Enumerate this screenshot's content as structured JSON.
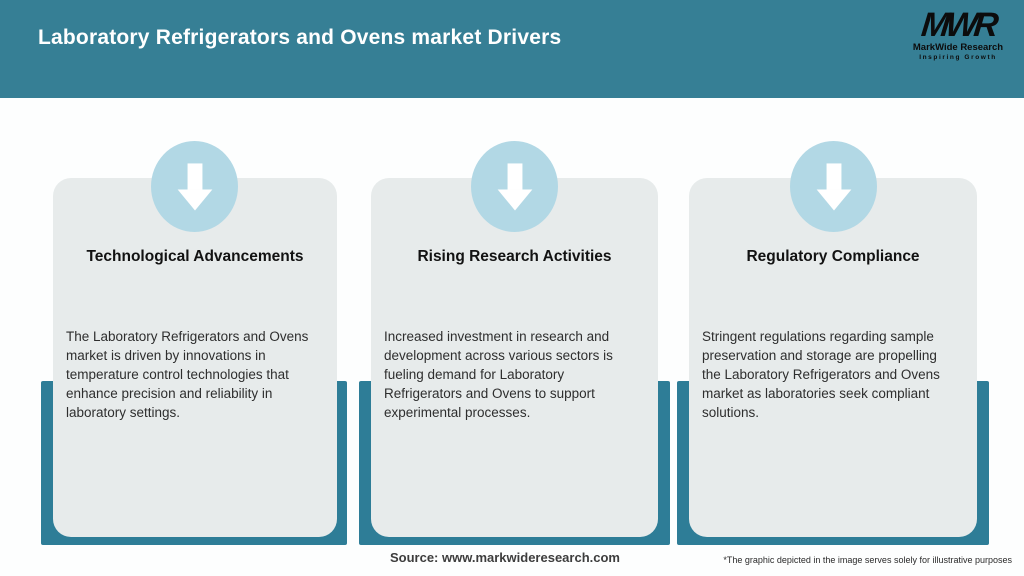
{
  "header": {
    "title": "Laboratory Refrigerators and Ovens market Drivers",
    "logo": {
      "acronym": "MWR",
      "name": "MarkWide Research",
      "tagline": "Inspiring Growth"
    }
  },
  "cards": [
    {
      "icon": "arrow-down-icon",
      "title": "Technological Advancements",
      "description": "The Laboratory Refrigerators and Ovens market is driven by innovations in temperature control technologies that enhance precision and reliability in laboratory settings."
    },
    {
      "icon": "arrow-down-icon",
      "title": "Rising Research Activities",
      "description": "Increased investment in research and development across various sectors is fueling demand for Laboratory Refrigerators and Ovens to support experimental processes."
    },
    {
      "icon": "arrow-down-icon",
      "title": "Regulatory Compliance",
      "description": "Stringent regulations regarding sample preservation and storage are propelling the Laboratory Refrigerators and Ovens market as laboratories seek compliant solutions."
    }
  ],
  "footer": {
    "source": "Source: www.markwideresearch.com",
    "disclaimer": "*The graphic depicted in the image serves solely for illustrative purposes"
  },
  "colors": {
    "header_teal": "#367f95",
    "backing_teal": "#2e7d97",
    "circle_blue": "#b2d8e5",
    "card_gray": "#e7ebeb",
    "title_text": "#ffffff"
  }
}
